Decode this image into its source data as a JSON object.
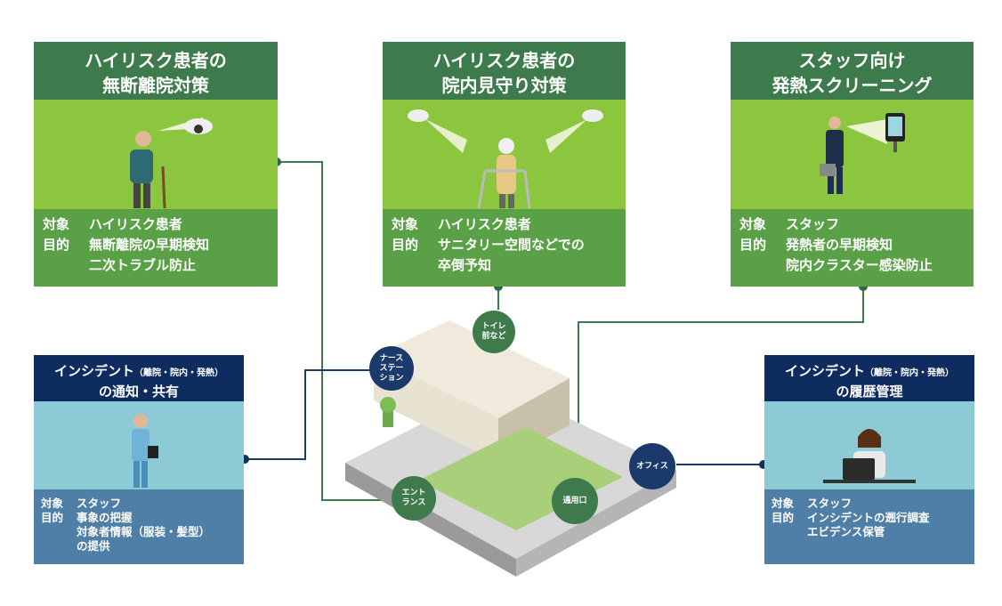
{
  "cards": {
    "c1": {
      "title": "ハイリスク患者の\n無断離院対策",
      "k1": "対象",
      "v1": "ハイリスク患者",
      "k2": "目的",
      "v2": "無断離院の早期検知\n二次トラブル防止"
    },
    "c2": {
      "title": "ハイリスク患者の\n院内見守り対策",
      "k1": "対象",
      "v1": "ハイリスク患者",
      "k2": "目的",
      "v2": "サニタリー空間などでの\n卒倒予知"
    },
    "c3": {
      "title": "スタッフ向け\n発熱スクリーニング",
      "k1": "対象",
      "v1": "スタッフ",
      "k2": "目的",
      "v2": "発熱者の早期検知\n院内クラスター感染防止"
    },
    "c4": {
      "title": "インシデント",
      "title_small": "（離院・院内・発熱）",
      "title2": "の通知・共有",
      "k1": "対象",
      "v1": "スタッフ",
      "k2": "目的",
      "v2": "事象の把握\n対象者情報（服装・髪型）\nの提供"
    },
    "c5": {
      "title": "インシデント",
      "title_small": "（離院・院内・発熱）",
      "title2": "の履歴管理",
      "k1": "対象",
      "v1": "スタッフ",
      "k2": "目的",
      "v2": "インシデントの遡行調査\nエビデンス保管"
    }
  },
  "bubbles": {
    "toilet": "トイレ\n前など",
    "nurse": "ナース\nステー\nション",
    "entrance": "エント\nランス",
    "door": "通用口",
    "office": "オフィス"
  },
  "colors": {
    "green_head": "#3d7a4c",
    "green_light": "#8cc63f",
    "green_mid": "#5aa047",
    "navy": "#0f2c61",
    "blue_light": "#8ccbd6",
    "blue_mid": "#4f7fa7"
  }
}
